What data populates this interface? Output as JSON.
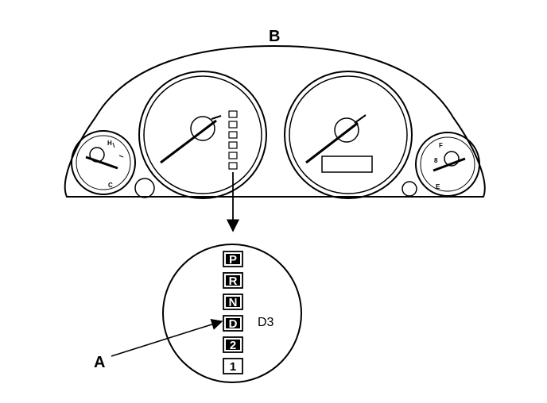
{
  "callouts": {
    "cluster_label": "B",
    "indicator_label": "A"
  },
  "temp_gauge": {
    "hot_mark": "H",
    "cold_mark": "C"
  },
  "fuel_gauge": {
    "full_mark": "F",
    "empty_mark": "E"
  },
  "selector": {
    "gears": [
      "P",
      "R",
      "N",
      "D",
      "2",
      "1"
    ],
    "d3_label": "D3"
  }
}
